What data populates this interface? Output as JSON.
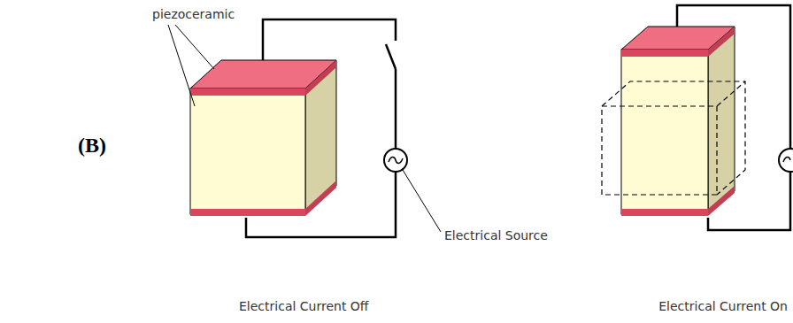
{
  "diagram": {
    "labels": [
      "(B)",
      "piezoceramic",
      "Electrical Source",
      "Electrical Current Off",
      "Electrical Current On"
    ]
  }
}
